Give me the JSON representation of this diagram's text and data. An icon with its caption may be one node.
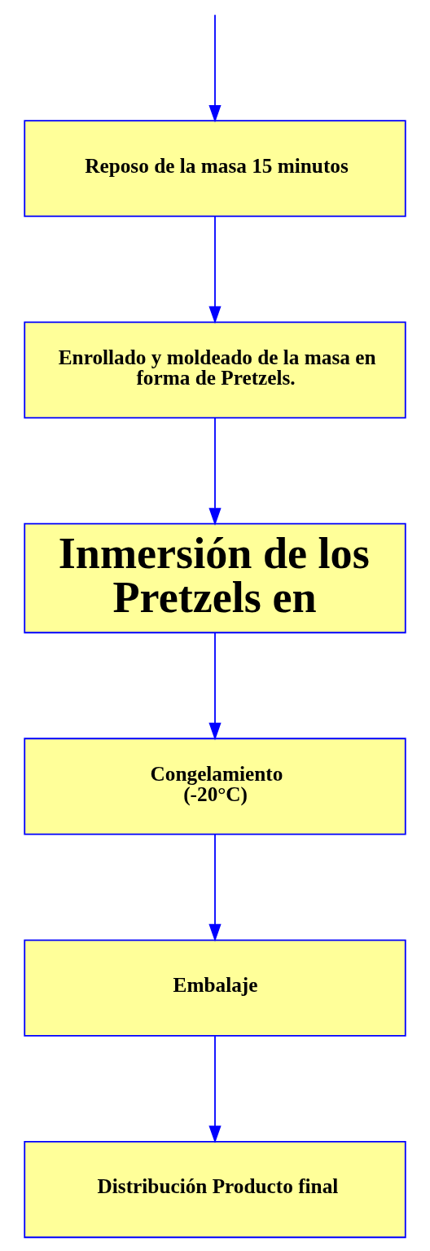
{
  "diagram": {
    "nodes": [
      {
        "text": [
          "Reposo de la masa 15 minutos"
        ]
      },
      {
        "text": [
          "Enrollado y moldeado de la masa en forma de Pretzels."
        ]
      },
      {
        "text": [
          "Inmersión de los Pretzels en"
        ]
      },
      {
        "text": [
          "Congelamiento (-20°C)"
        ]
      },
      {
        "text": [
          "Embalaje"
        ]
      },
      {
        "text": [
          "Distribución Producto final"
        ]
      }
    ],
    "edges": [
      {
        "from": null,
        "to": 0,
        "arrow": "to"
      },
      {
        "from": 0,
        "to": 1,
        "arrow": "to"
      },
      {
        "from": 1,
        "to": 2,
        "arrow": "to"
      },
      {
        "from": 2,
        "to": 3,
        "arrow": "to"
      },
      {
        "from": 3,
        "to": 4,
        "arrow": "to"
      },
      {
        "from": 4,
        "to": 5,
        "arrow": "to"
      }
    ]
  }
}
